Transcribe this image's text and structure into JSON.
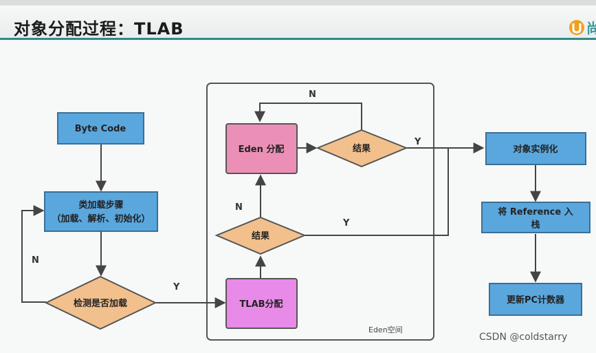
{
  "header": {
    "title": "对象分配过程：TLAB",
    "logo_glyph": "尚"
  },
  "diagram": {
    "region_label": "Eden空间",
    "nodes": {
      "byte_code": "Byte Code",
      "class_load_line1": "类加载步骤",
      "class_load_line2": "（加载、解析、初始化）",
      "check_loaded": "检测是否加载",
      "tlab_alloc": "TLAB分配",
      "result_lower": "结果",
      "eden_alloc": "Eden 分配",
      "result_upper": "结果",
      "instantiate": "对象实例化",
      "push_ref_line1": "将 Reference 入",
      "push_ref_line2": "栈",
      "update_pc": "更新PC计数器"
    },
    "edge_labels": {
      "check_no": "N",
      "check_yes": "Y",
      "lower_no": "N",
      "lower_yes": "Y",
      "upper_no": "N",
      "upper_yes": "Y"
    },
    "colors": {
      "blue_box": "#5aa7de",
      "pink_box": "#ec8fb6",
      "magenta_box": "#e88be8",
      "diamond": "#f2c08d",
      "header_rule": "#2f8a86",
      "logo": "#f0a020"
    }
  },
  "watermark": "CSDN @coldstarry"
}
